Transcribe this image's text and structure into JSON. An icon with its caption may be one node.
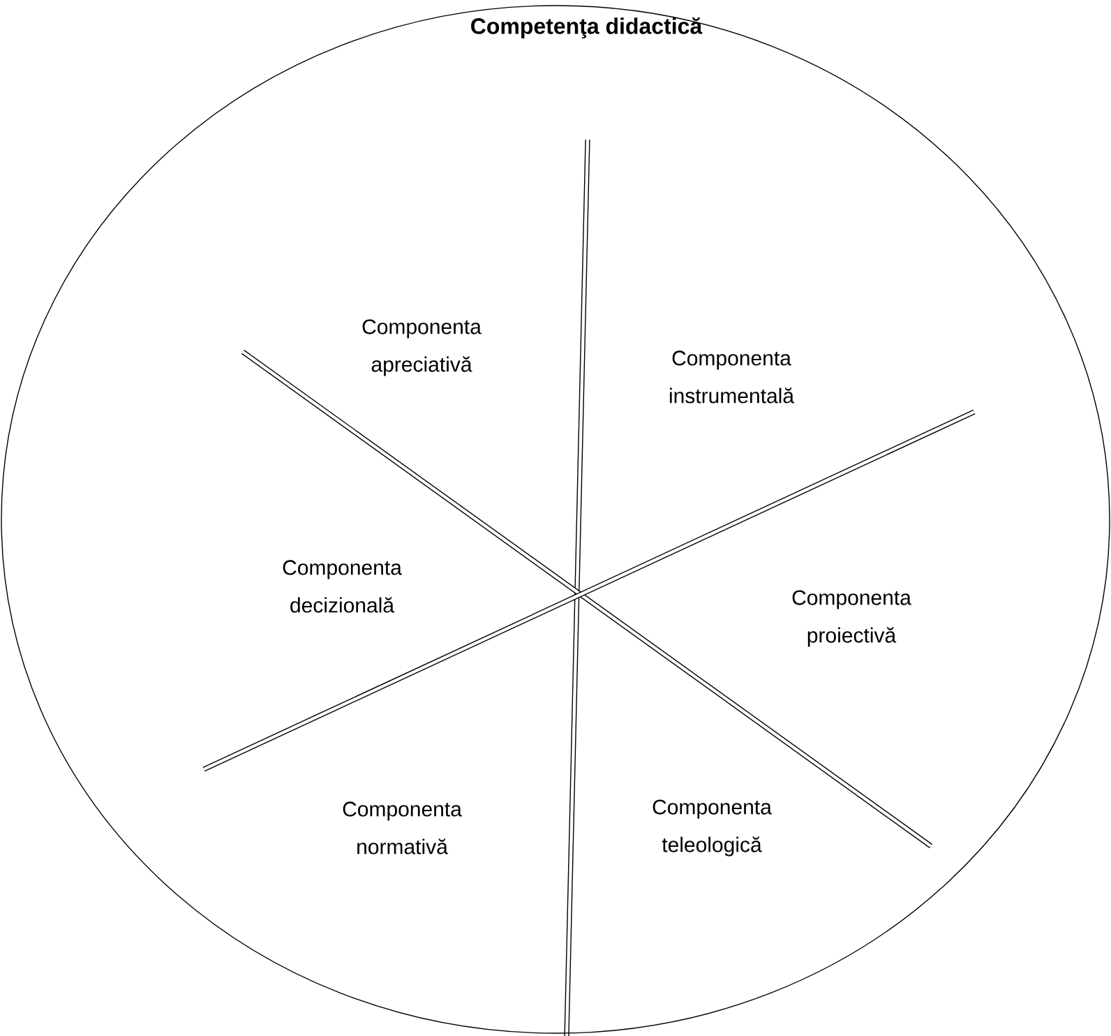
{
  "diagram": {
    "nodes": [
      {
        "text": [
          "Competenţa didactică"
        ]
      },
      {
        "text": [
          "Componenta apreciativă"
        ],
        "in": 0
      },
      {
        "text": [
          "Componenta instrumentală"
        ],
        "in": 0
      },
      {
        "text": [
          "Componenta decizională"
        ],
        "in": 0
      },
      {
        "text": [
          "Componenta proiectivă"
        ],
        "in": 0
      },
      {
        "text": [
          "Componenta normativă"
        ],
        "in": 0
      },
      {
        "text": [
          "Componenta teleologică"
        ],
        "in": 0
      }
    ]
  }
}
